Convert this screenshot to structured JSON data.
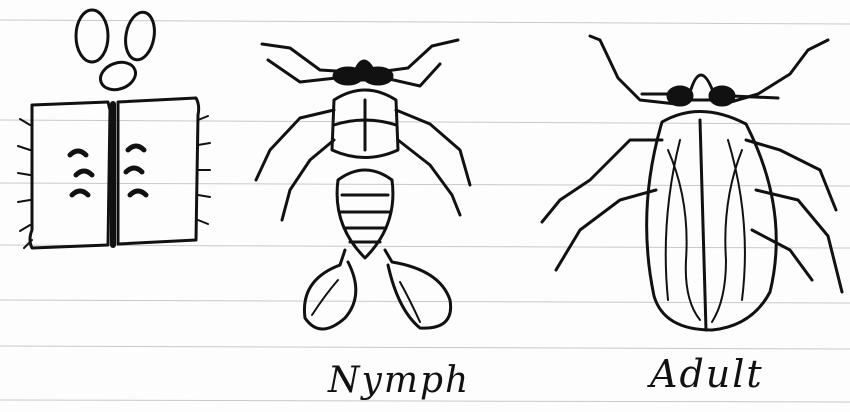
{
  "labels": {
    "nymph": "Nymph",
    "adult": "Adult"
  },
  "colors": {
    "paper": "#fdfdfd",
    "ruled_line": "#c9c9c9",
    "ink": "#111111"
  },
  "drawings": [
    {
      "name": "eggs",
      "icon": "egg-cluster-drawing"
    },
    {
      "name": "nymph",
      "icon": "insect-nymph-drawing"
    },
    {
      "name": "adult",
      "icon": "insect-adult-drawing"
    }
  ]
}
